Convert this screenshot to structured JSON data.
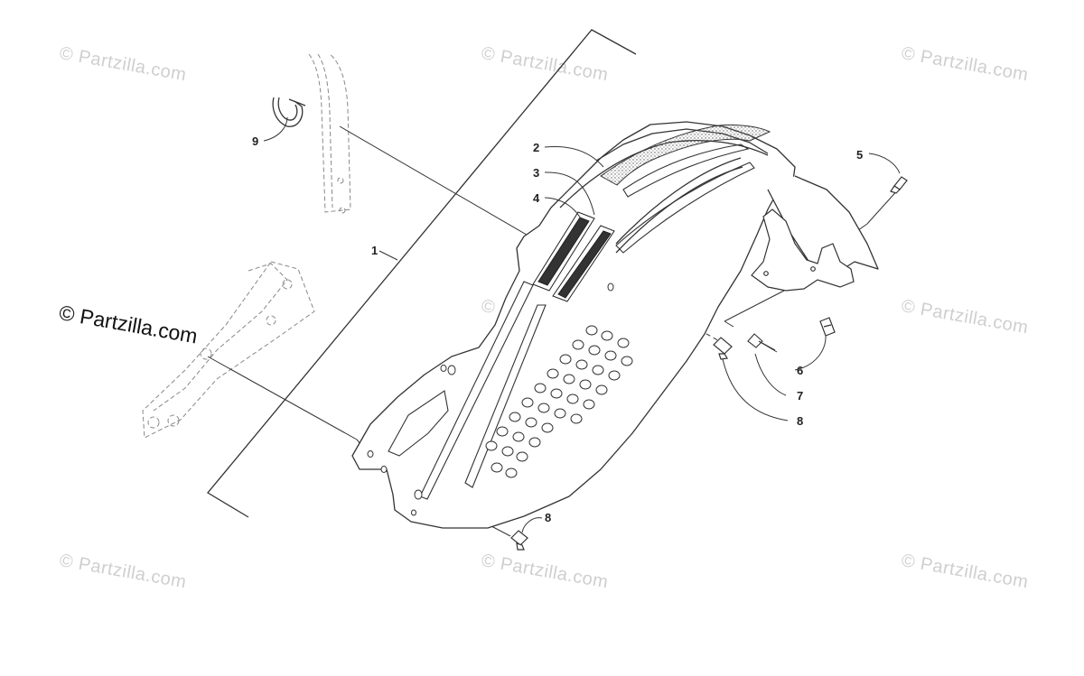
{
  "watermarks": {
    "faint": "© Partzilla.com",
    "main": "© Partzilla.com"
  },
  "callouts": {
    "c1": "1",
    "c2": "2",
    "c3": "3",
    "c4": "4",
    "c5": "5",
    "c6": "6",
    "c7": "7",
    "c8a": "8",
    "c8b": "8",
    "c9": "9"
  },
  "colors": {
    "line": "#333333",
    "faint_watermark": "#cfcfcf",
    "main_watermark": "#111111"
  }
}
